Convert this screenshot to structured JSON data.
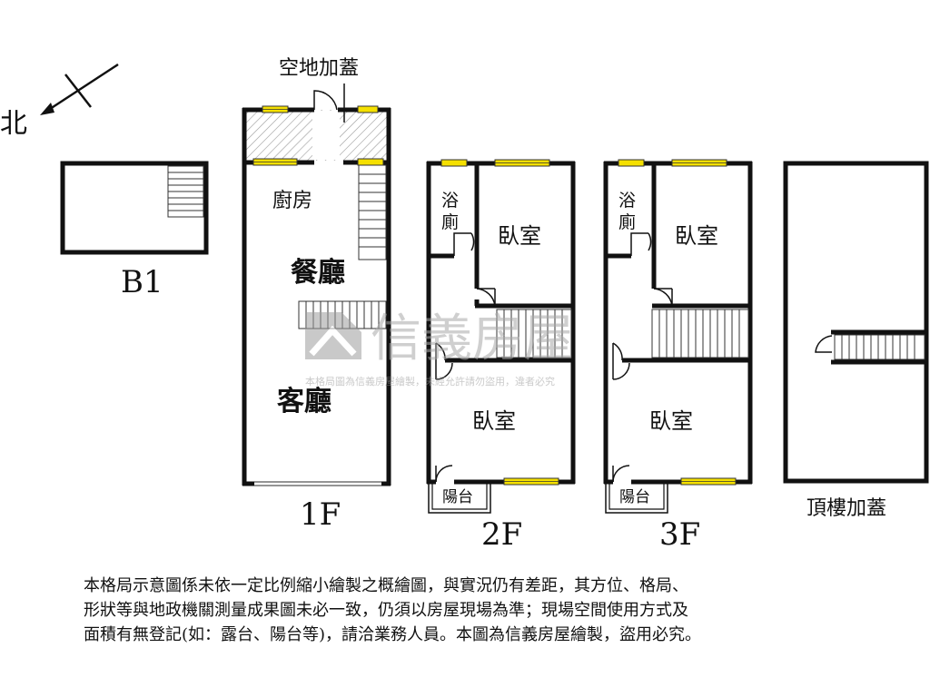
{
  "compass": {
    "north_label": "北"
  },
  "floors": {
    "b1": {
      "label": "B1"
    },
    "f1": {
      "label": "1F",
      "extension": "空地加蓋",
      "rooms": {
        "kitchen": "廚房",
        "dining": "餐廳",
        "living": "客廳"
      }
    },
    "f2": {
      "label": "2F",
      "rooms": {
        "bath_line1": "浴",
        "bath_line2": "廁",
        "bedroom_top": "臥室",
        "bedroom_bottom": "臥室",
        "balcony": "陽台"
      }
    },
    "f3": {
      "label": "3F",
      "rooms": {
        "bath_line1": "浴",
        "bath_line2": "廁",
        "bedroom_top": "臥室",
        "bedroom_bottom": "臥室",
        "balcony": "陽台"
      }
    },
    "roof": {
      "label": "頂樓加蓋"
    }
  },
  "watermark": {
    "brand": "信義房屋",
    "notice": "本格局圖為信義房屋繪製，未經允許請勿盜用，違者必究"
  },
  "disclaimer": {
    "line1": "本格局示意圖係未依一定比例縮小繪製之概繪圖，與實況仍有差距，其方位、格局、",
    "line2": "形狀等與地政機關測量成果圖未必一致，仍須以房屋現場為準；現場空間使用方式及",
    "line3": "面積有無登記(如：露台、陽台等)，請洽業務人員。本圖為信義房屋繪製，盜用必究。"
  },
  "colors": {
    "wall": "#111111",
    "window": "#f5e000",
    "hatch": "#9a9a9a",
    "watermark": "#b5b5b5"
  }
}
